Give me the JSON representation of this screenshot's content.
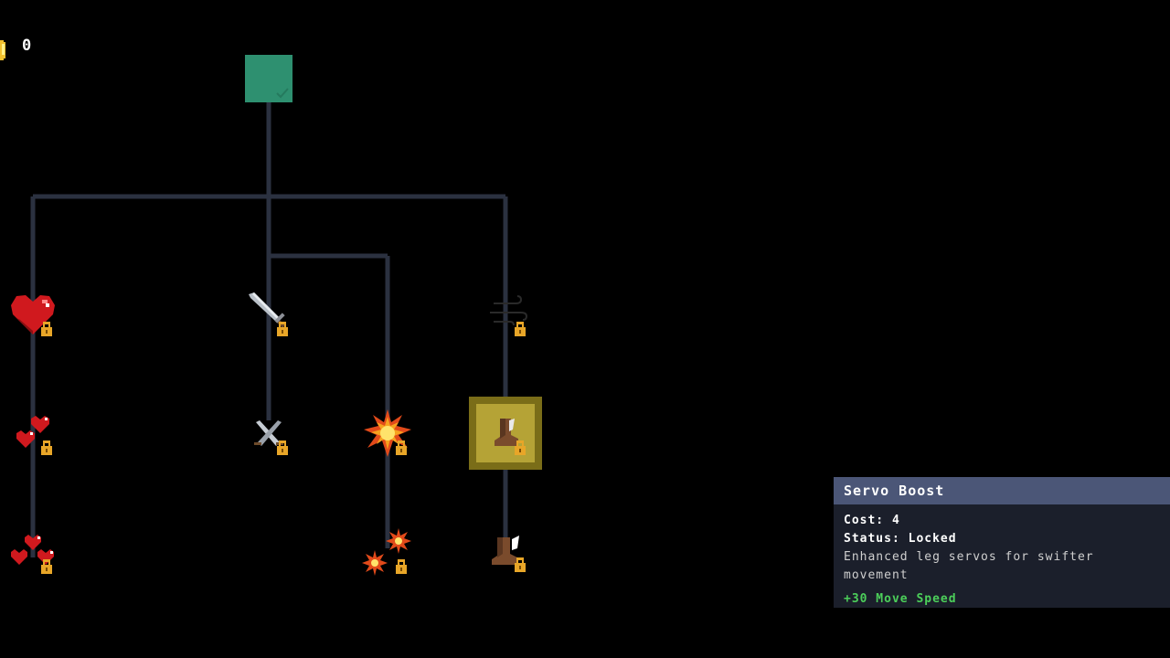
{
  "currency": {
    "icon": "coin-icon",
    "count": "0"
  },
  "tree": {
    "root": {
      "name": "root",
      "status": "unlocked",
      "icon": "check-icon",
      "color": "#2e9070"
    },
    "nodes": [
      {
        "id": "health-1",
        "icon": "heart-icon",
        "status": "locked"
      },
      {
        "id": "health-2",
        "icon": "double-heart-icon",
        "status": "locked"
      },
      {
        "id": "health-3",
        "icon": "triple-heart-icon",
        "status": "locked"
      },
      {
        "id": "attack-1",
        "icon": "sword-icon",
        "status": "locked"
      },
      {
        "id": "attack-2",
        "icon": "crossed-swords-icon",
        "status": "locked"
      },
      {
        "id": "explosion-1",
        "icon": "explosion-icon",
        "status": "locked"
      },
      {
        "id": "explosion-2",
        "icon": "double-explosion-icon",
        "status": "locked"
      },
      {
        "id": "speed-1",
        "icon": "wind-icon",
        "status": "locked"
      },
      {
        "id": "speed-2",
        "icon": "boot-icon",
        "status": "locked",
        "selected": true
      },
      {
        "id": "speed-3",
        "icon": "winged-boot-icon",
        "status": "locked"
      }
    ],
    "line_color": "#2b3140",
    "lock_color": "#e8a628"
  },
  "tooltip": {
    "title": "Servo Boost",
    "cost_label": "Cost:",
    "cost_value": "4",
    "status_label": "Status:",
    "status_value": "Locked",
    "description": "Enhanced leg servos for swifter movement",
    "bonus": "+30 Move Speed",
    "header_color": "#4b5677",
    "bonus_color": "#4ccf5a"
  }
}
